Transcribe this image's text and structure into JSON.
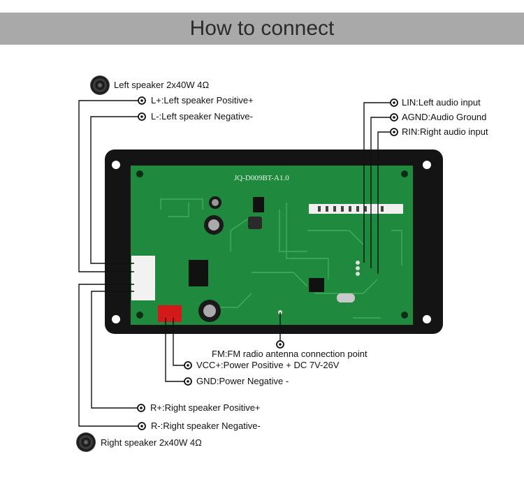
{
  "header": {
    "title": "How to connect"
  },
  "board": {
    "model": "JQ-D009BT-A1.0"
  },
  "labels": {
    "left_speaker": "Left speaker 2x40W 4Ω",
    "l_plus": "L+:Left speaker Positive+",
    "l_minus": "L-:Left speaker Negative-",
    "lin": "LIN:Left audio input",
    "agnd": "AGND:Audio Ground",
    "rin": "RIN:Right audio input",
    "fm": "FM:FM radio antenna connection point",
    "vcc": "VCC+:Power Positive + DC 7V-26V",
    "gnd": "GND:Power Negative -",
    "r_plus": "R+:Right speaker Positive+",
    "r_minus": "R-:Right speaker Negative-",
    "right_speaker": "Right speaker 2x40W 4Ω"
  },
  "colors": {
    "header_bg": "#a9a9a9",
    "pcb": "#1f8a3e",
    "frame": "#141414",
    "power_connector": "#d21a1a"
  },
  "icons": [
    "speaker-icon",
    "terminal-ring-icon",
    "screw-hole-icon"
  ]
}
